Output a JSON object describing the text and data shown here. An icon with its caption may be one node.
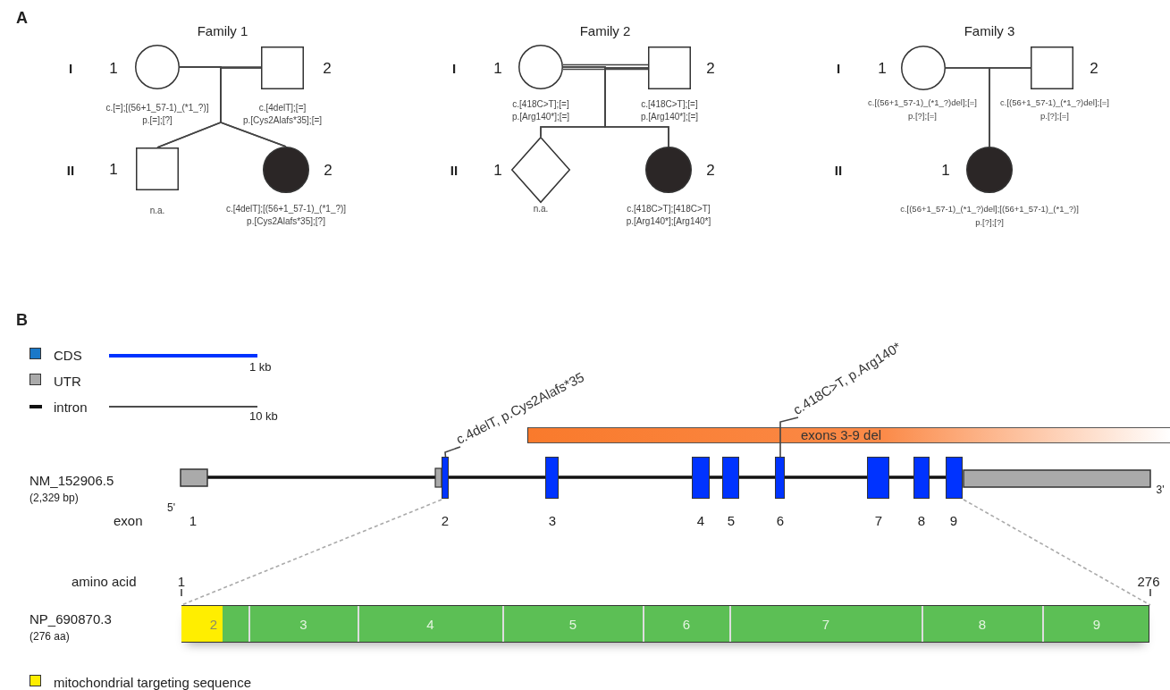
{
  "diagram": {
    "nodes": [
      {
        "text": [],
        "shape": "circle",
        "beside": [
          "1",
          "c.[=];[(56+1_57-1)_(*1_?)]",
          "p.[=];[?]"
        ]
      },
      {
        "text": [],
        "shape": "box",
        "beside": [
          "2",
          "c.[4delT];[=]",
          "p.[Cys2Alafs*35];[=]"
        ]
      },
      {
        "text": [],
        "shape": "box",
        "beside": [
          "1",
          "n.a."
        ]
      },
      {
        "text": [],
        "shape": "circle",
        "beside": [
          "2",
          "c.[4delT];[(56+1_57-1)_(*1_?)]",
          "p.[Cys2Alafs*35];[?]"
        ]
      },
      {
        "text": [],
        "shape": "circle",
        "beside": [
          "1",
          "c.[418C>T];[=]",
          "p.[Arg140*];[=]"
        ]
      },
      {
        "text": [],
        "shape": "box",
        "beside": [
          "2",
          "c.[418C>T];[=]",
          "p.[Arg140*];[=]"
        ]
      },
      {
        "text": [],
        "shape": "diamond",
        "beside": [
          "1",
          "n.a."
        ]
      },
      {
        "text": [],
        "shape": "circle",
        "beside": [
          "2",
          "c.[418C>T];[418C>T]",
          "p.[Arg140*];[Arg140*]"
        ]
      },
      {
        "text": [],
        "shape": "circle",
        "beside": [
          "1",
          "c.[(56+1_57-1)_(*1_?)del];[=]",
          "p.[?];[=]"
        ]
      },
      {
        "text": [],
        "shape": "box",
        "beside": [
          "2",
          "c.[(56+1_57-1)_(*1_?)del];[=]",
          "p.[?];[=]"
        ]
      },
      {
        "text": [],
        "shape": "circle",
        "beside": [
          "1",
          "c.[(56+1_57-1)_(*1_?)del];[(56+1_57-1)_(*1_?)]",
          "p.[?];[?]"
        ]
      },
      {
        "text": [
          "c.4delT, p.Cys2Alafs*35"
        ]
      },
      {
        "text": [
          "c.418C>T, p.Arg140*"
        ]
      },
      {
        "text": [
          "exons 3-9 del"
        ]
      },
      {
        "text": [],
        "shape": "box"
      },
      {
        "text": [],
        "shape": "box"
      },
      {
        "text": [],
        "shape": "box"
      },
      {
        "text": [],
        "shape": "box"
      },
      {
        "text": [],
        "shape": "box"
      },
      {
        "text": [],
        "shape": "box"
      },
      {
        "text": [],
        "shape": "box"
      },
      {
        "text": [],
        "shape": "box"
      },
      {
        "text": [],
        "shape": "bar"
      },
      {
        "text": [
          "2"
        ],
        "in": 22
      },
      {
        "text": [
          "3"
        ],
        "in": 22
      },
      {
        "text": [
          "4"
        ],
        "in": 22
      },
      {
        "text": [
          "5"
        ],
        "in": 22
      },
      {
        "text": [
          "6"
        ],
        "in": 22
      },
      {
        "text": [
          "7"
        ],
        "in": 22
      },
      {
        "text": [
          "8"
        ],
        "in": 22
      },
      {
        "text": [
          "9"
        ],
        "in": 22
      }
    ],
    "edges": [
      {
        "from": 0,
        "to": 1,
        "arrow": "none"
      },
      {
        "from": 0,
        "to": 2,
        "arrow": "none"
      },
      {
        "from": 1,
        "to": 2,
        "arrow": "none"
      },
      {
        "from": 0,
        "to": 3,
        "arrow": "none"
      },
      {
        "from": 1,
        "to": 3,
        "arrow": "none"
      },
      {
        "from": 4,
        "to": 5,
        "arrow": "none"
      },
      {
        "from": 4,
        "to": 6,
        "arrow": "none"
      },
      {
        "from": 5,
        "to": 6,
        "arrow": "none"
      },
      {
        "from": 4,
        "to": 7,
        "arrow": "none"
      },
      {
        "from": 5,
        "to": 7,
        "arrow": "none"
      },
      {
        "from": 8,
        "to": 9,
        "arrow": "none"
      },
      {
        "from": 8,
        "to": 10,
        "arrow": "none"
      },
      {
        "from": 9,
        "to": 10,
        "arrow": "none"
      },
      {
        "from": 11,
        "to": 14,
        "arrow": "none"
      },
      {
        "from": 12,
        "to": 18,
        "arrow": "none"
      },
      {
        "from": 14,
        "to": 22,
        "arrow": "none",
        "style": "dashed",
        "color": "#aaaaaa"
      },
      {
        "from": 21,
        "to": 22,
        "arrow": "none",
        "style": "dashed",
        "color": "#aaaaaa"
      }
    ],
    "labels": [
      "A",
      "Family 1",
      "I",
      "II",
      "Family 2",
      "I",
      "II",
      "Family 3",
      "I",
      "II",
      "B",
      "1 kb",
      "10 kb",
      "NM_152906.5",
      "(2,329 bp)",
      "5'",
      "3'",
      "exon",
      "1",
      "2",
      "3",
      "4",
      "5",
      "6",
      "7",
      "8",
      "9",
      "amino acid",
      "1",
      "276",
      "NP_690870.3",
      "(276 aa)"
    ],
    "legend": [
      {
        "text": "CDS",
        "color": "#1a78c8"
      },
      {
        "text": "UTR",
        "color": "#aaaaaa"
      },
      {
        "text": "intron"
      },
      {
        "text": "mitochondrial targeting sequence",
        "color": "#ffee00"
      }
    ]
  }
}
